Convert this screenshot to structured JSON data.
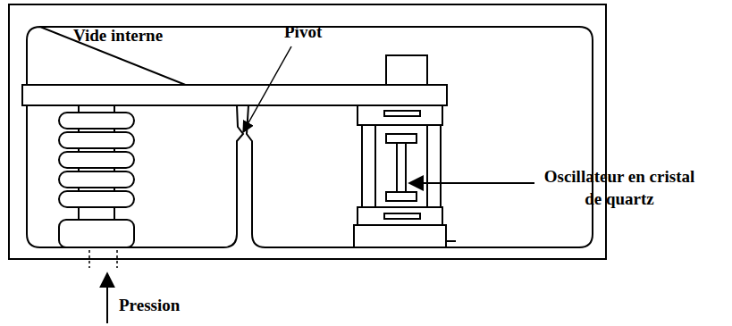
{
  "diagram": {
    "labels": [
      "Vide interne",
      "Pivot",
      "Oscillateur en cristal de quartz",
      "Pression"
    ]
  }
}
